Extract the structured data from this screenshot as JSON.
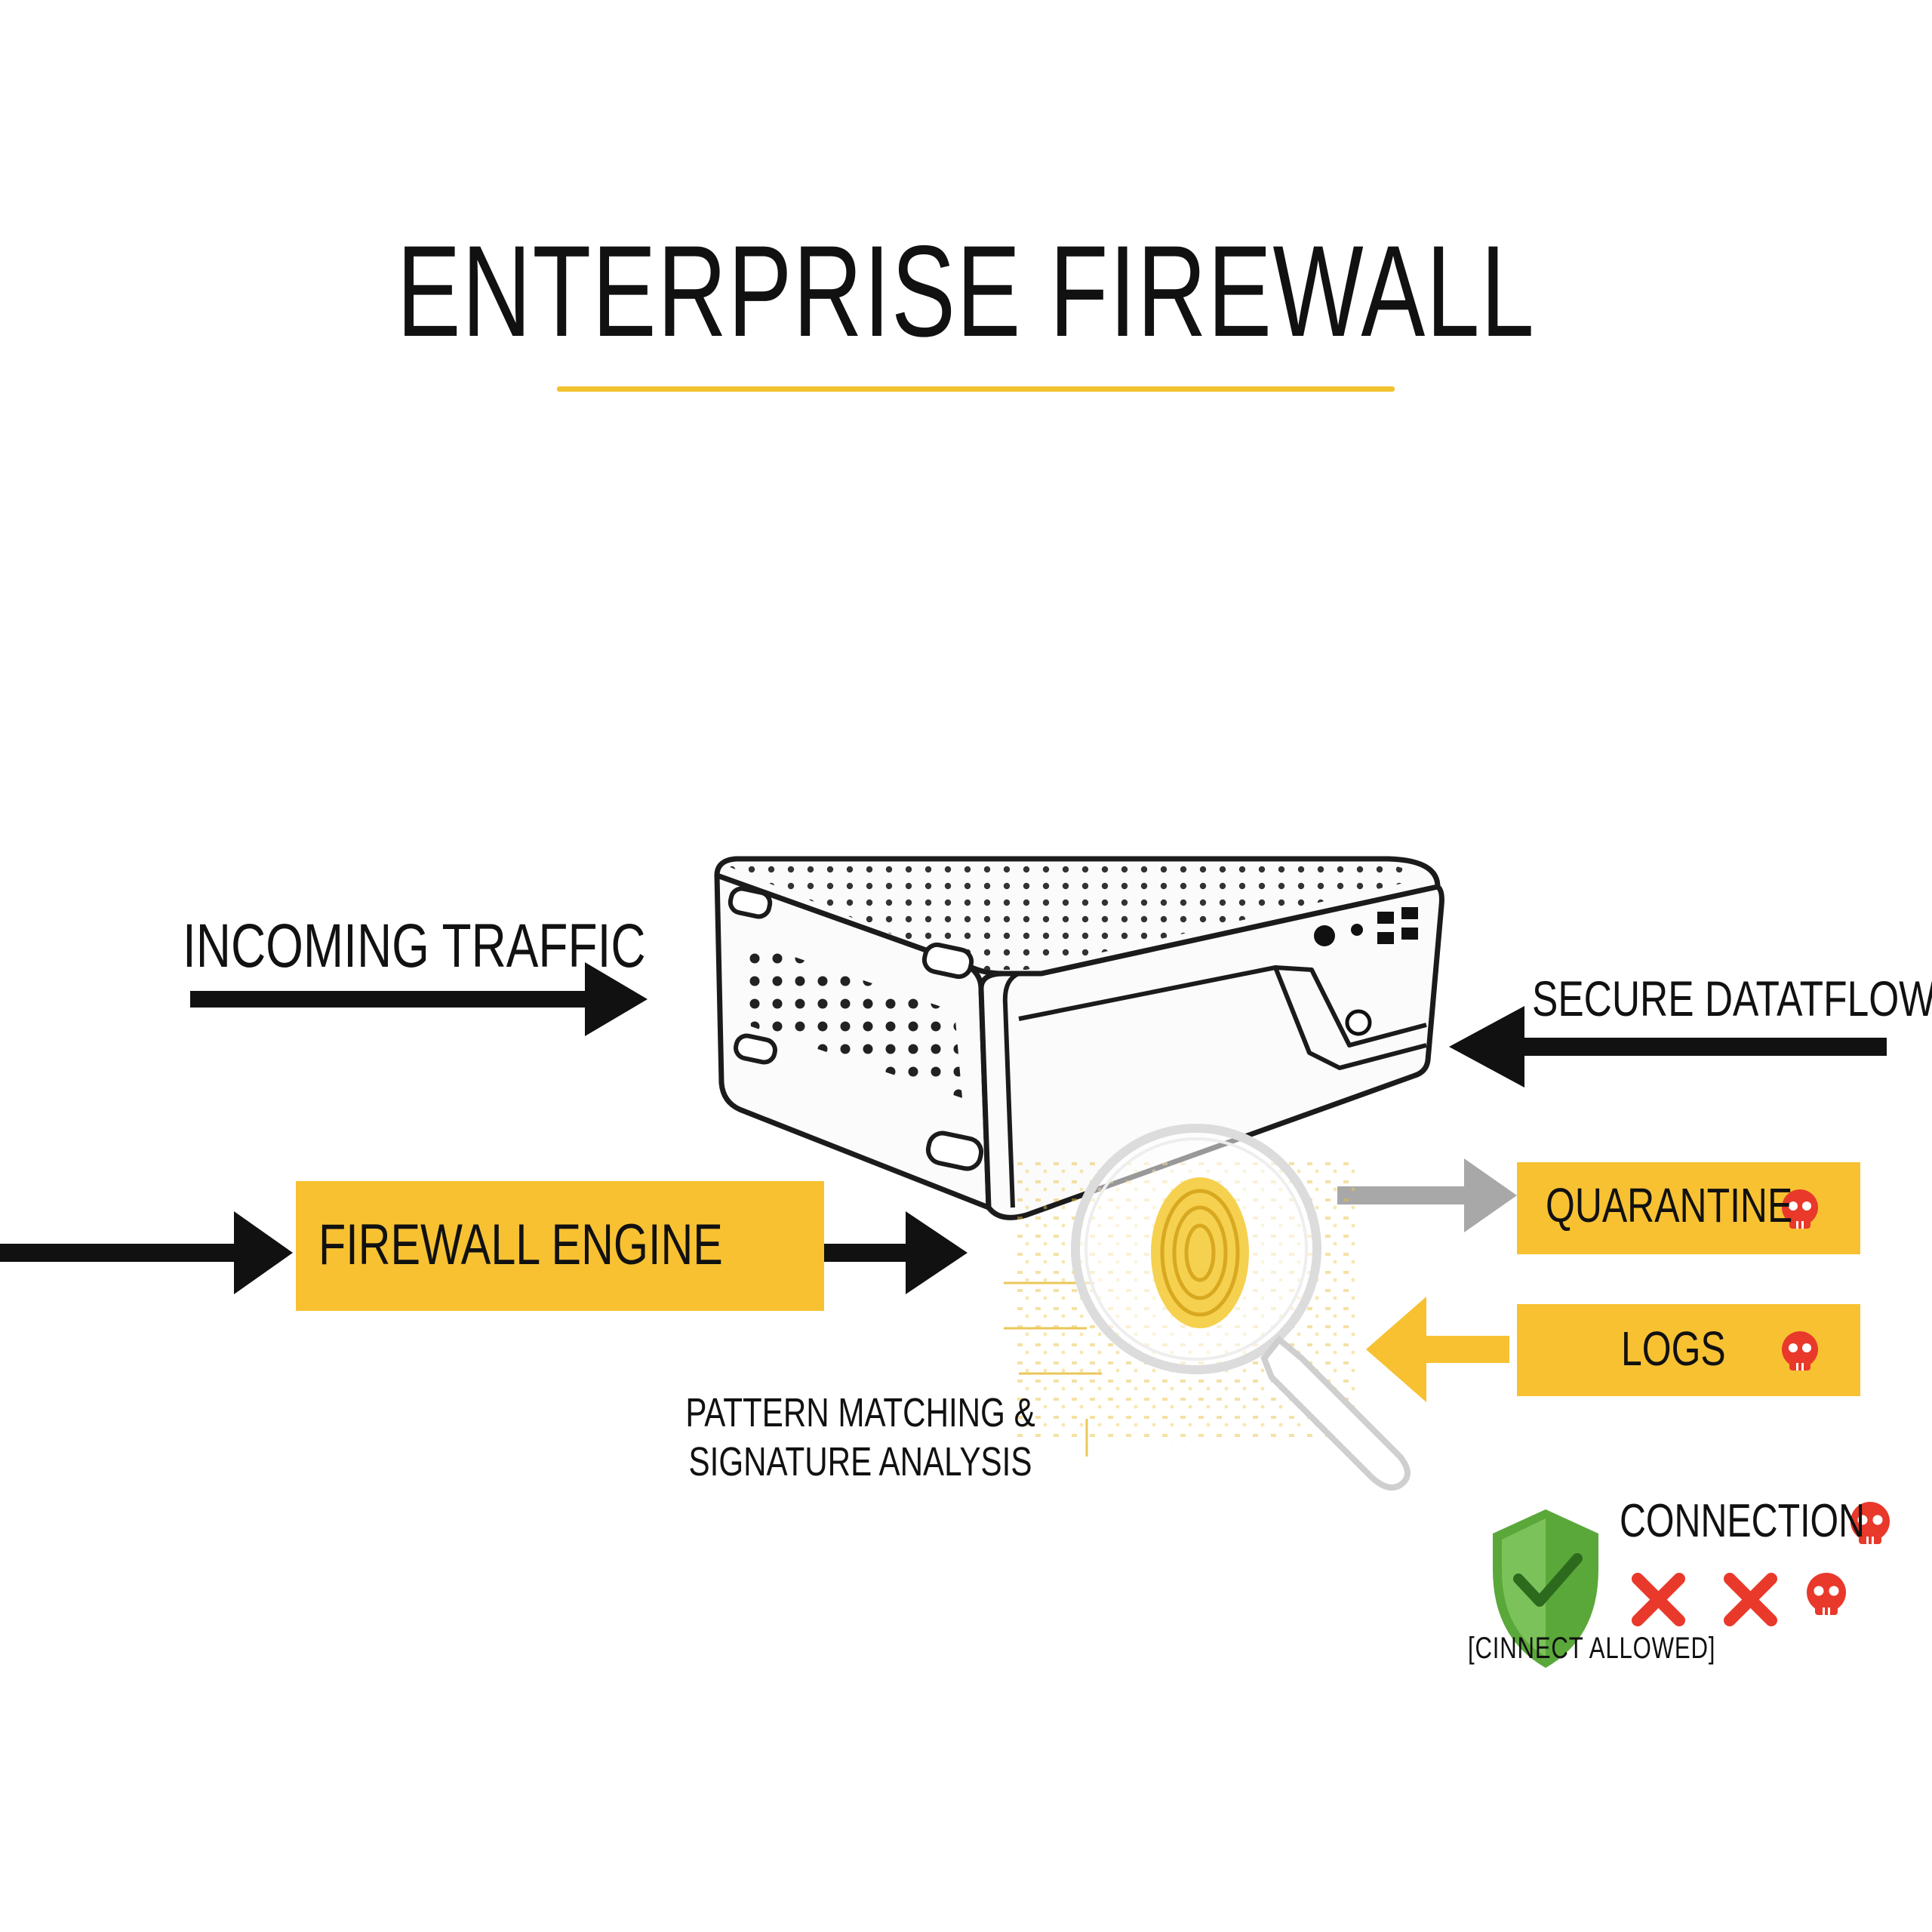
{
  "title": "ENTERPRISE FIREWALL",
  "labels": {
    "incoming": "INCOMING TRAFFIC",
    "secure": "SECURE DATATFLOW",
    "engine": "FIREWALL ENGINE",
    "pattern_line1": "PATTERN MATCHING &",
    "pattern_line2": "SIGNATURE ANALYSIS",
    "quarantine": "QUARANTINE",
    "logs": "LOGS",
    "connection": "CONNECTION",
    "allowed": "[CINNECT ALLOWED]"
  },
  "icons": {
    "threat": "skull-icon",
    "blocked": "x-mark-icon",
    "allowed": "shield-check-icon",
    "inspect": "magnifier-icon",
    "device": "firewall-appliance-icon"
  },
  "colors": {
    "accent": "#f7c132",
    "danger": "#e8392b",
    "success": "#5aa83a",
    "arrow": "#111111",
    "arrow_muted": "#a8a8a8"
  }
}
